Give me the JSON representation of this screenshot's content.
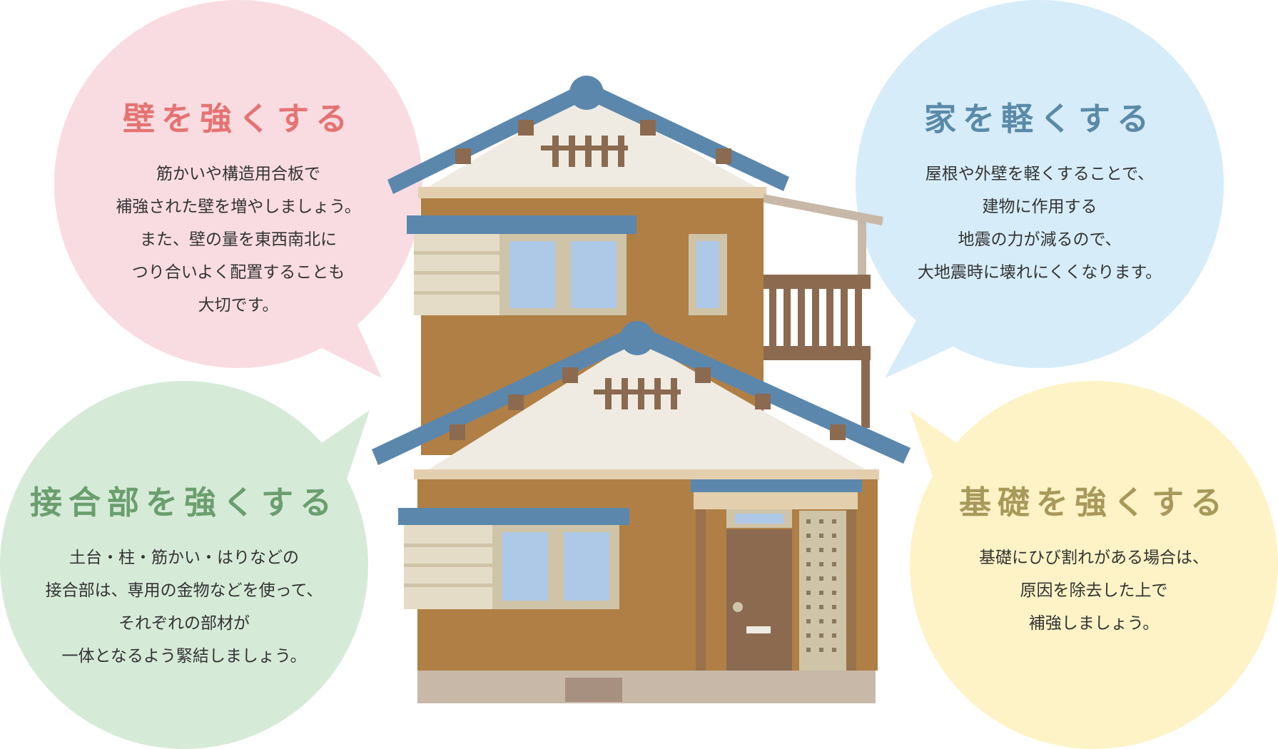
{
  "colors": {
    "pink_bubble": "#f9dce2",
    "blue_bubble": "#d6ecf9",
    "green_bubble": "#d6ead8",
    "yellow_bubble": "#fdf3c6",
    "pink_title": "#e57373",
    "blue_title": "#5a8aa8",
    "green_title": "#6a9e6e",
    "yellow_title": "#a8995a",
    "roof_blue": "#5b87ad",
    "wall_brown": "#b07f45",
    "gable_cream": "#efebe3",
    "window_blue": "#aec8e8",
    "window_frame": "#cfc4a8",
    "wood_dark": "#8b6a50",
    "foundation": "#c8b8a8"
  },
  "bubbles": {
    "walls": {
      "title": "壁を強くする",
      "lines": [
        "筋かいや構造用合板で",
        "補強された壁を増やしましょう。",
        "また、壁の量を東西南北に",
        "つり合いよく配置することも",
        "大切です。"
      ]
    },
    "lighten": {
      "title": "家を軽くする",
      "lines": [
        "屋根や外壁を軽くすることで、",
        "建物に作用する",
        "地震の力が減るので、",
        "大地震時に壊れにくくなります。"
      ]
    },
    "joints": {
      "title": "接合部を強くする",
      "lines": [
        "土台・柱・筋かい・はりなどの",
        "接合部は、専用の金物などを使って、",
        "それぞれの部材が",
        "一体となるよう緊結しましょう。"
      ]
    },
    "foundation": {
      "title": "基礎を強くする",
      "lines": [
        "基礎にひび割れがある場合は、",
        "原因を除去した上で",
        "補強しましょう。"
      ]
    }
  }
}
